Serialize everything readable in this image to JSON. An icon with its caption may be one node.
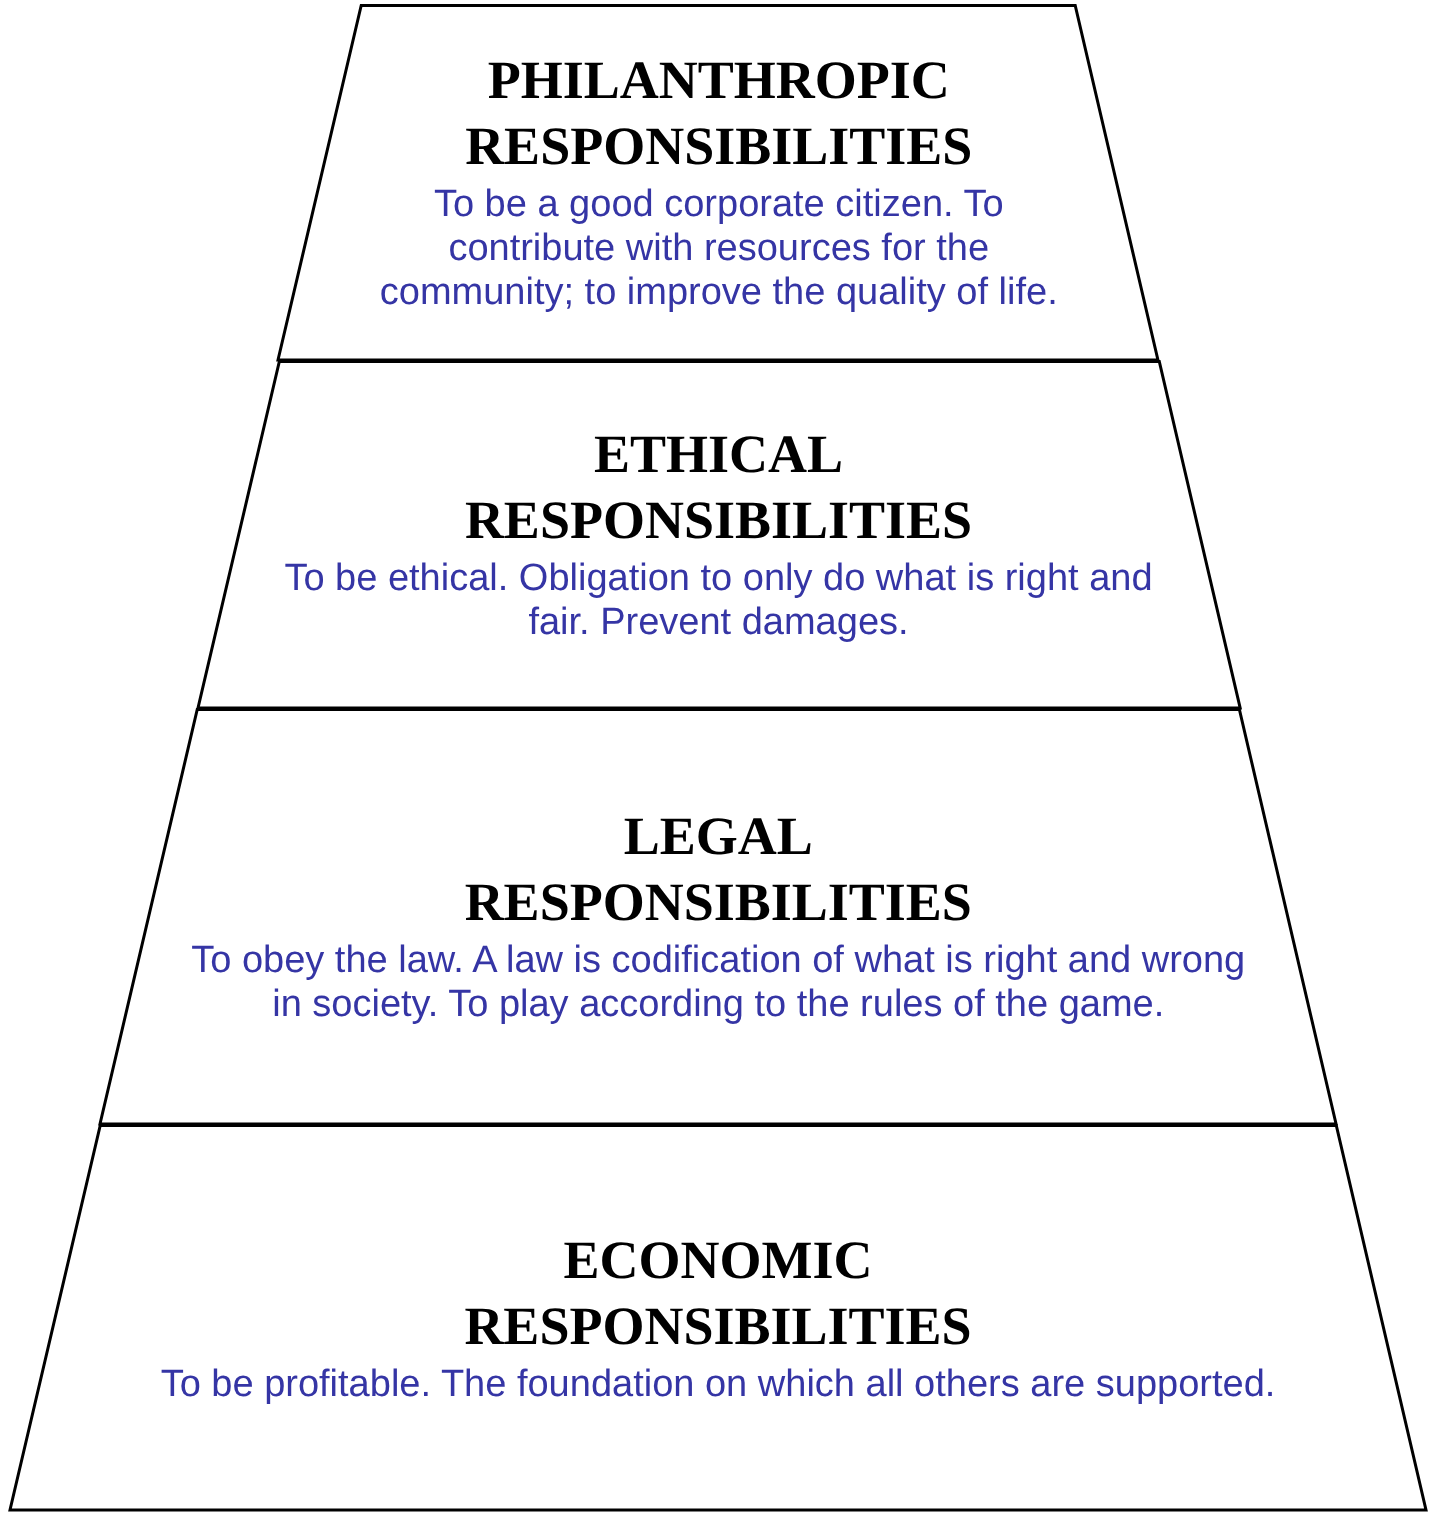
{
  "diagram": {
    "nodes": [
      {
        "text": [
          "PHILANTHROPIC RESPONSIBILITIES",
          "To be a good corporate citizen. To contribute with resources for the community; to improve the quality of life."
        ]
      },
      {
        "text": [
          "ETHICAL RESPONSIBILITIES",
          "To be ethical. Obligation to only do what is right and fair. Prevent damages."
        ]
      },
      {
        "text": [
          "LEGAL RESPONSIBILITIES",
          "To obey the law. A law is codification of what is right and wrong in society. To play according to the rules of the game."
        ]
      },
      {
        "text": [
          "ECONOMIC RESPONSIBILITIES",
          "To be profitable. The foundation on which all others are supported."
        ]
      }
    ]
  }
}
